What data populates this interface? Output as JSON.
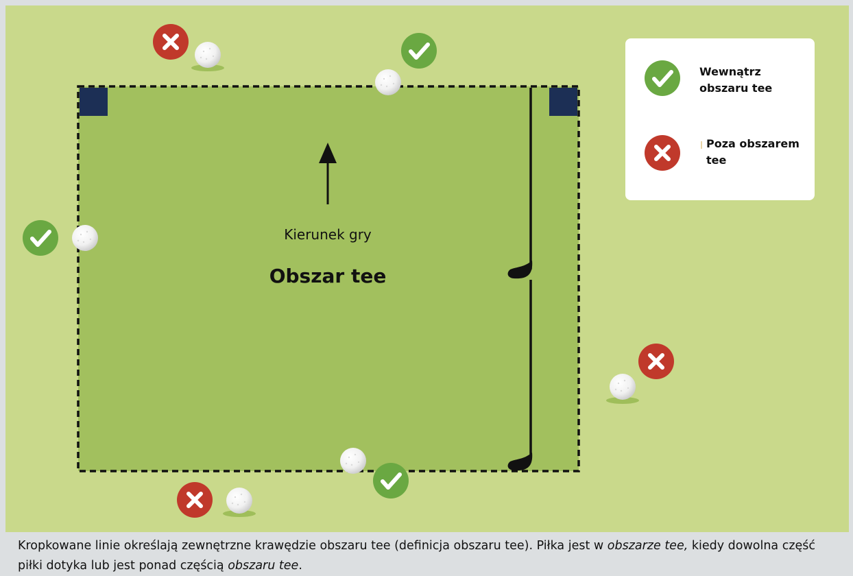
{
  "diagram": {
    "direction_label": "Kierunek gry",
    "area_title": "Obszar tee"
  },
  "legend": {
    "inside_label": "Wewnątrz obszaru tee",
    "outside_label": "Poza obszarem tee"
  },
  "caption": {
    "part1": "Kropkowane linie określają zewnętrzne krawędzie obszaru tee (definicja obszaru tee). Piłka jest w ",
    "italic1": "obszarze tee,",
    "part2": " kiedy dowolna część piłki dotyka lub jest ponad częścią ",
    "italic2": "obszaru tee",
    "part3": "."
  },
  "colors": {
    "background_grass": "#c9d98b",
    "tee_area": "#a2c05e",
    "marker": "#1c2f55",
    "check_green": "#6aa842",
    "cross_red": "#c0392b"
  },
  "icons": [
    "check-icon",
    "cross-icon",
    "golf-ball-icon",
    "arrow-up-icon",
    "golf-club-icon",
    "tee-marker-icon"
  ]
}
